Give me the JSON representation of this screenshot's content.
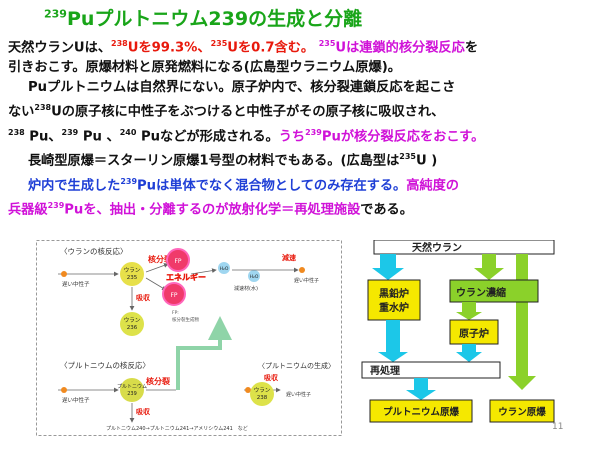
{
  "title": {
    "sup": "239",
    "main": "Puプルトニウム239の生成と分離"
  },
  "paragraphs": {
    "p1a": "天然ウランUは、",
    "p1b": "238",
    "p1c": "Uを99.3%、",
    "p1d": "235",
    "p1e": "Uを0.7含む。",
    "p1f": "235",
    "p1g": "Uは連鎖的核分裂反応",
    "p1h": "を",
    "p2": "引きおこす。原爆材料と原発燃料になる(広島型ウラニウム原爆)。",
    "p3": "Puプルトニウムは自然界にない。原子炉内で、核分裂連鎖反応を起こさ",
    "p4a": "ない",
    "p4b": "238",
    "p4c": "Uの原子核に中性子をぶつけると中性子がその原子核に吸収され、",
    "p5a": "238",
    "p5b": " Pu、",
    "p5c": "239",
    "p5d": " Pu 、",
    "p5e": "240",
    "p5f": " Puなどが形成される。",
    "p5g": "うち",
    "p5h": "239",
    "p5i": "Puが核分裂反応をおこす。",
    "p6a": "長崎型原爆＝スターリン原爆1号型の材料でもある。(広島型は",
    "p6b": "235",
    "p6c": "U )",
    "p7a": "炉内で生成した",
    "p7b": "239",
    "p7c": "Puは単体でなく混合物としてのみ存在する。",
    "p7d": "高純度の",
    "p8a": "兵器級",
    "p8b": "239",
    "p8c": "Puを、抽出・分離するのが放射化学＝再処理施設",
    "p8d": "である。"
  },
  "left_diagram": {
    "uranium_section": "〈ウランの核反応〉",
    "slow_neutron_1": "遅い中性子",
    "u235": "ウラン\n235",
    "fission_1": "核分裂",
    "energy": "エネルギー",
    "fp": "FP",
    "fp_note": "FP:\n核分裂生成物",
    "h2o_1": "H₂O",
    "h2o_2": "H₂O",
    "decel": "減速",
    "slow_neutron_2": "遅い中性子",
    "moderator": "減速材(水)",
    "absorb_1": "吸収",
    "u236": "ウラン\n236",
    "pu_section": "〈プルトニウムの核反応〉",
    "pu_gen_section": "〈プルトニウムの生成〉",
    "slow_neutron_3": "遅い中性子",
    "pu239": "プルトニウム\n239",
    "fission_2": "核分裂",
    "absorb_2": "吸収",
    "absorb_3": "吸収",
    "u238": "ウラン\n238",
    "chain": "プルトニウム240→プルトニウム241→アメリシウム241　など",
    "slow_neutron_4": "遅い中性子"
  },
  "right_diagram": {
    "natural_uranium": "天然ウラン",
    "graphite": "黒鉛炉\n重水炉",
    "enrichment": "ウラン濃縮",
    "reactor": "原子炉",
    "reprocessing": "再処理",
    "pu_bomb": "プルトニウム原爆",
    "u_bomb": "ウラン原爆"
  },
  "page_number": "11",
  "colors": {
    "title": "#19a519",
    "red": "#e8190c",
    "magenta": "#d012d8",
    "blue": "#1f3fd6",
    "box_yellow": "#f5e800",
    "box_green": "#8bd12a",
    "arrow_cyan": "#1cc7e8"
  }
}
